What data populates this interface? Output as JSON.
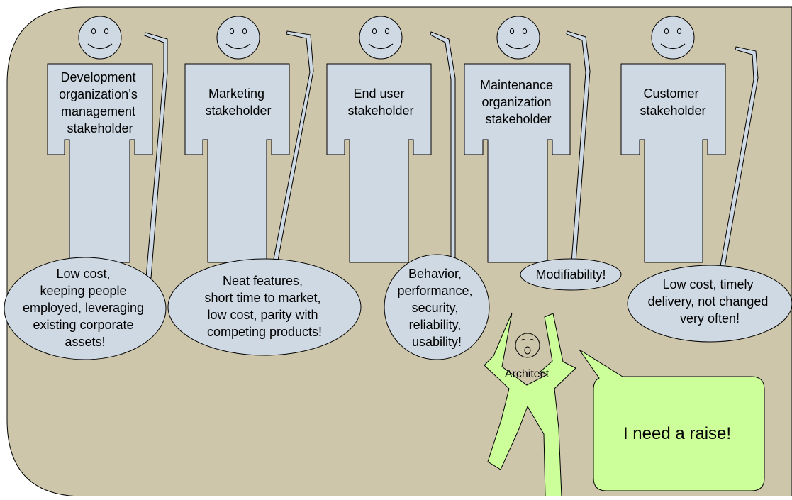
{
  "colors": {
    "background": "#cec6ab",
    "stakeholder_fill": "#cfd9e4",
    "architect_fill": "#ccff99",
    "outline": "#000000"
  },
  "stakeholders": [
    {
      "role_lines": [
        "Development",
        "organization’s",
        "management",
        "stakeholder"
      ],
      "concern_lines": [
        "Low cost,",
        "keeping people",
        "employed, leveraging",
        "existing corporate",
        "assets!"
      ]
    },
    {
      "role_lines": [
        "Marketing",
        "stakeholder"
      ],
      "concern_lines": [
        "Neat features,",
        "short time to market,",
        "low cost, parity with",
        "competing products!"
      ]
    },
    {
      "role_lines": [
        "End user",
        "stakeholder"
      ],
      "concern_lines": [
        "Behavior,",
        "performance,",
        "security,",
        "reliability,",
        "usability!"
      ]
    },
    {
      "role_lines": [
        "Maintenance",
        "organization",
        "stakeholder"
      ],
      "concern_lines": [
        "Modifiability!"
      ]
    },
    {
      "role_lines": [
        "Customer",
        "stakeholder"
      ],
      "concern_lines": [
        "Low cost, timely",
        "delivery, not changed",
        "very often!"
      ]
    }
  ],
  "architect": {
    "label": "Architect",
    "speech": "I need a raise!"
  }
}
